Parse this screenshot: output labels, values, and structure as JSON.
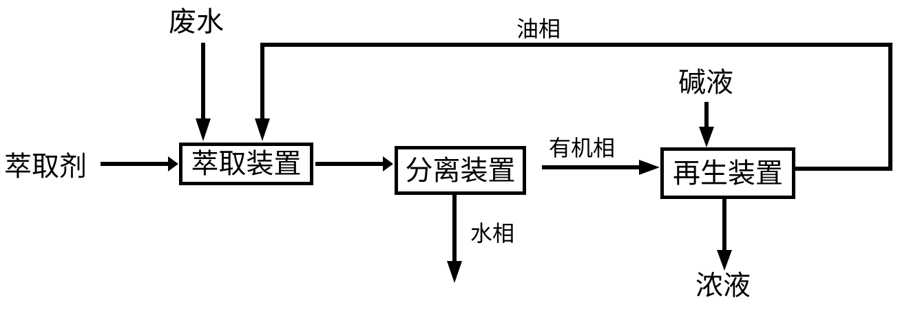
{
  "nodes": {
    "extract": "萃取装置",
    "separate": "分离装置",
    "regen": "再生装置"
  },
  "inputs": {
    "wastewater": "废水",
    "extractant": "萃取剂",
    "alkali": "碱液"
  },
  "outputs": {
    "water_phase": "水相",
    "concentrate": "浓液"
  },
  "flows": {
    "organic_phase": "有机相",
    "oil_phase": "油相"
  }
}
